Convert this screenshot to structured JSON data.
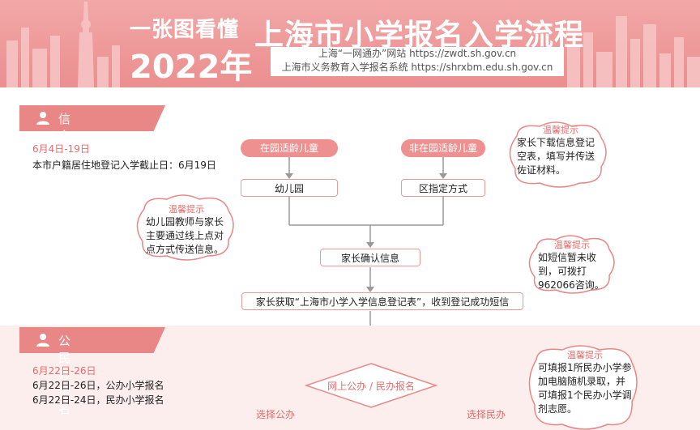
{
  "header": {
    "left_line1": "一张图看懂",
    "left_line2": "2022年",
    "title": "上海市小学报名入学流程",
    "url_line1": "上海“一网通办”网站 https://zwdt.sh.gov.cn",
    "url_line2": "上海市义务教育入学报名系统 https://shrxbm.edu.sh.gov.cn"
  },
  "section1": {
    "label": "信息登记",
    "date": "6月4日-19日",
    "note": "本市户籍居住地登记入学截止日：6月19日"
  },
  "flow": {
    "pill_left": "在园适龄儿童",
    "pill_right": "非在园适龄儿童",
    "box_left": "幼儿园",
    "box_right": "区指定方式",
    "confirm": "家长确认信息",
    "receive": "家长获取“上海市小学入学信息登记表”，收到登记成功短信",
    "diamond": "网上公办 / 民办报名",
    "choose_public": "选择公办",
    "choose_private": "选择民办"
  },
  "tips": {
    "tip_title": "温馨提示",
    "tip1": "家长下载信息登记空表，填写并传送佐证材料。",
    "tip2": "幼儿园教师与家长主要通过线上点对点方式传送信息。",
    "tip3": "如短信暂未收到，可拨打962066咨询。",
    "tip4": "可填报1所民办小学参加电脑随机录取，并可填报1个民办小学调剂志愿。"
  },
  "section2": {
    "label": "公民办报名",
    "date": "6月22日-26日",
    "line1": "6月22日-26日，公办小学报名",
    "line2": "6月22日-24日，民办小学报名"
  },
  "colors": {
    "accent": "#e98686",
    "header_bg": "#ee9898",
    "section_bg": "#fbeeed"
  }
}
